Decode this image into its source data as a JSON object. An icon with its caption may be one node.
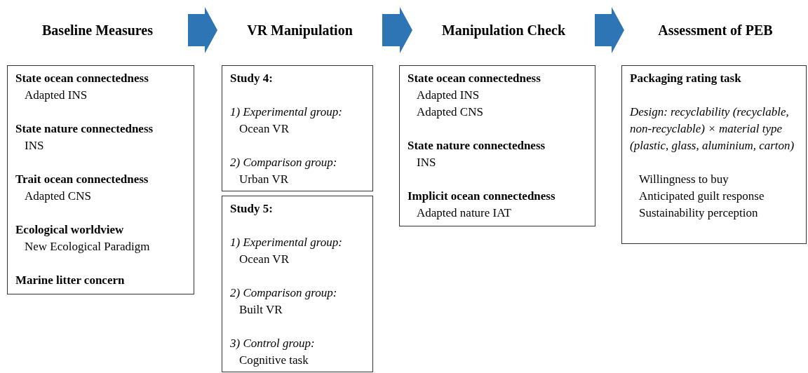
{
  "diagram": {
    "nodes": [
      {
        "text": [
          "Baseline Measures"
        ]
      },
      {
        "text": [
          "VR Manipulation"
        ]
      },
      {
        "text": [
          "Manipulation Check"
        ]
      },
      {
        "text": [
          "Assessment of PEB"
        ]
      },
      {
        "text": [
          "State ocean connectedness",
          "Adapted INS",
          "State nature connectedness",
          "INS",
          "Trait ocean connectedness",
          "Adapted CNS",
          "Ecological worldview",
          "New Ecological Paradigm",
          "Marine litter concern"
        ]
      },
      {
        "text": [
          "Study 4:",
          "1) Experimental group:",
          "Ocean VR",
          "2) Comparison group:",
          "Urban VR"
        ]
      },
      {
        "text": [
          "Study 5:",
          "1) Experimental group:",
          "Ocean VR",
          "2) Comparison group:",
          "Built VR",
          "3) Control group:",
          "Cognitive task"
        ]
      },
      {
        "text": [
          "State ocean connectedness",
          "Adapted INS",
          "Adapted CNS",
          "State nature connectedness",
          "INS",
          "Implicit ocean connectedness",
          "Adapted nature IAT"
        ]
      },
      {
        "text": [
          "Packaging rating task",
          "Design: recyclability (recyclable, non-recyclable) × material type (plastic, glass, aluminium, carton)",
          "Willingness to buy",
          "Anticipated guilt response",
          "Sustainability perception"
        ]
      }
    ],
    "edges": [
      {
        "from": 0,
        "to": 1,
        "arrow": "to"
      },
      {
        "from": 1,
        "to": 2,
        "arrow": "to"
      },
      {
        "from": 2,
        "to": 3,
        "arrow": "to"
      }
    ]
  }
}
